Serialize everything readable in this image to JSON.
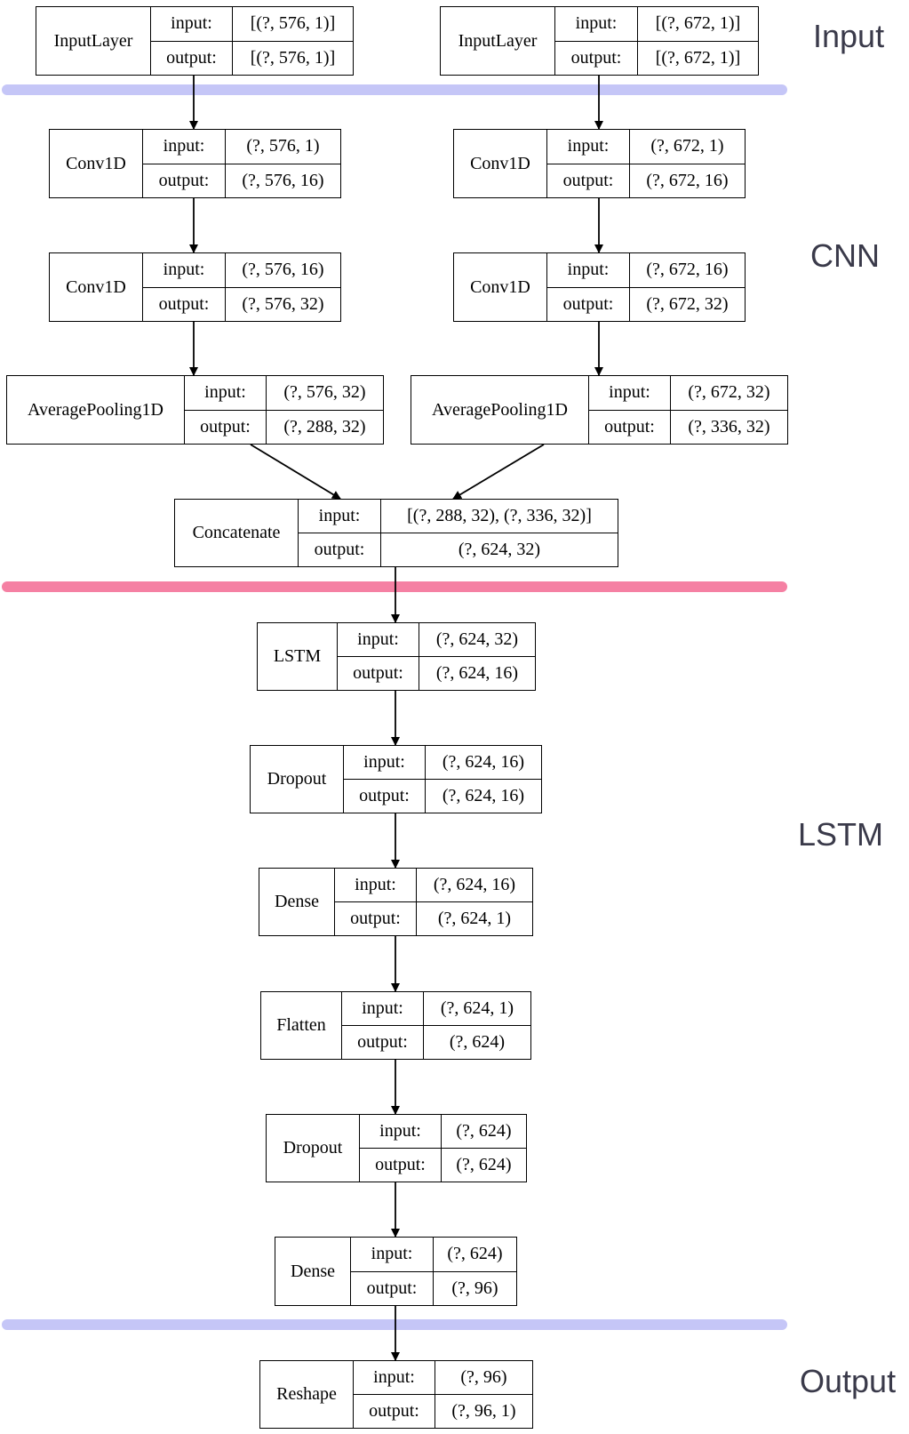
{
  "labels": {
    "input": "input:",
    "output": "output:"
  },
  "sections": {
    "input": "Input",
    "cnn": "CNN",
    "lstm": "LSTM",
    "output": "Output"
  },
  "colors": {
    "separator_lavender": "#c5c6f7",
    "separator_pink": "#f580a3",
    "section_text": "#3a3a4a",
    "stroke": "#000000"
  },
  "nodes": {
    "input_a": {
      "name": "InputLayer",
      "input": "[(?, 576, 1)]",
      "output": "[(?, 576, 1)]"
    },
    "input_b": {
      "name": "InputLayer",
      "input": "[(?, 672, 1)]",
      "output": "[(?, 672, 1)]"
    },
    "conv_a1": {
      "name": "Conv1D",
      "input": "(?, 576, 1)",
      "output": "(?, 576, 16)"
    },
    "conv_b1": {
      "name": "Conv1D",
      "input": "(?, 672, 1)",
      "output": "(?, 672, 16)"
    },
    "conv_a2": {
      "name": "Conv1D",
      "input": "(?, 576, 16)",
      "output": "(?, 576, 32)"
    },
    "conv_b2": {
      "name": "Conv1D",
      "input": "(?, 672, 16)",
      "output": "(?, 672, 32)"
    },
    "pool_a": {
      "name": "AveragePooling1D",
      "input": "(?, 576, 32)",
      "output": "(?, 288, 32)"
    },
    "pool_b": {
      "name": "AveragePooling1D",
      "input": "(?, 672, 32)",
      "output": "(?, 336, 32)"
    },
    "concat": {
      "name": "Concatenate",
      "input": "[(?, 288, 32), (?, 336, 32)]",
      "output": "(?, 624, 32)"
    },
    "lstm": {
      "name": "LSTM",
      "input": "(?, 624, 32)",
      "output": "(?, 624, 16)"
    },
    "dropout1": {
      "name": "Dropout",
      "input": "(?, 624, 16)",
      "output": "(?, 624, 16)"
    },
    "dense1": {
      "name": "Dense",
      "input": "(?, 624, 16)",
      "output": "(?, 624, 1)"
    },
    "flatten": {
      "name": "Flatten",
      "input": "(?, 624, 1)",
      "output": "(?, 624)"
    },
    "dropout2": {
      "name": "Dropout",
      "input": "(?, 624)",
      "output": "(?, 624)"
    },
    "dense2": {
      "name": "Dense",
      "input": "(?, 624)",
      "output": "(?, 96)"
    },
    "reshape": {
      "name": "Reshape",
      "input": "(?, 96)",
      "output": "(?, 96, 1)"
    }
  }
}
